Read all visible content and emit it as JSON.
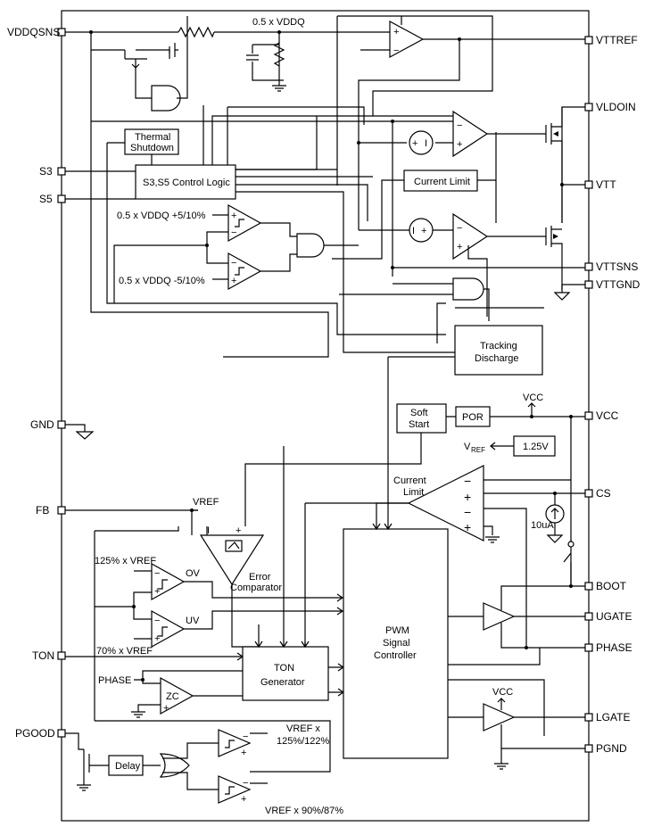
{
  "pins_left": {
    "vddqsns": "VDDQSNS",
    "s3": "S3",
    "s5": "S5",
    "gnd": "GND",
    "fb": "FB",
    "ton": "TON",
    "pgood": "PGOOD"
  },
  "pins_right": {
    "vttref": "VTTREF",
    "vldoin": "VLDOIN",
    "vtt": "VTT",
    "vttsns": "VTTSNS",
    "vttgnd": "VTTGND",
    "vcc": "VCC",
    "cs": "CS",
    "boot": "BOOT",
    "ugate": "UGATE",
    "phase": "PHASE",
    "lgate": "LGATE",
    "pgnd": "PGND"
  },
  "blocks": {
    "thermal_line1": "Thermal",
    "thermal_line2": "Shutdown",
    "control_logic": "S3,S5 Control Logic",
    "current_limit_top": "Current Limit",
    "tracking_line1": "Tracking",
    "tracking_line2": "Discharge",
    "soft_line1": "Soft",
    "soft_line2": "Start",
    "por": "POR",
    "ref_125": "1.25V",
    "ton_line1": "TON",
    "ton_line2": "Generator",
    "pwm_line1": "PWM",
    "pwm_line2": "Signal",
    "pwm_line3": "Controller",
    "delay": "Delay"
  },
  "labels": {
    "half_vddq": "0.5 x VDDQ",
    "window_hi": "0.5 x VDDQ +5/10%",
    "window_lo": "0.5 x VDDQ -5/10%",
    "vcc_top": "VCC",
    "vref_sub_main": "V",
    "vref_sub": "REF",
    "current_limit_l1": "Current",
    "current_limit_l2": "Limit",
    "i_10ua": "10uA",
    "vref_fb": "VREF",
    "error_l1": "Error",
    "error_l2": "Comparator",
    "ov_ref": "125% x VREF",
    "ov": "OV",
    "uv": "UV",
    "uv_ref": "70% x VREF",
    "phase_in": "PHASE",
    "zc": "ZC",
    "vcc_lgate": "VCC",
    "pg_hi_l1": "VREF x",
    "pg_hi_l2": "125%/122%",
    "pg_lo": "VREF x 90%/87%"
  }
}
